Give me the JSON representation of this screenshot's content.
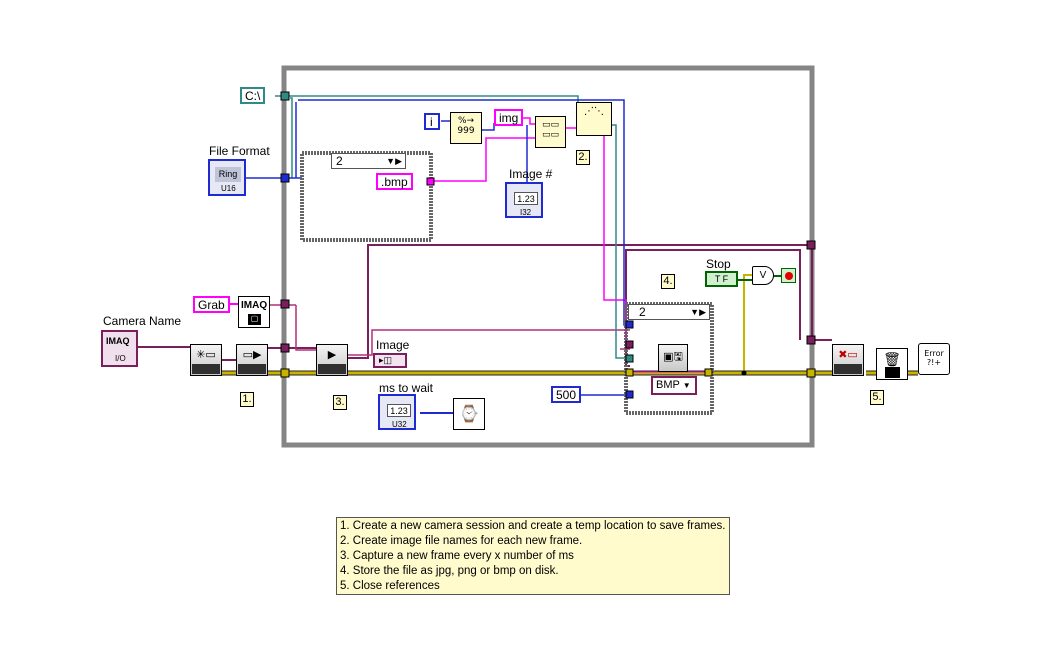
{
  "constants": {
    "path": "C:\\",
    "grab": "Grab",
    "img": "img",
    "bmp_ext": ".bmp",
    "wait_ms": "500",
    "loop_index": "i",
    "case_value_top": "2",
    "case_value_bottom": "2",
    "file_type_enum": "BMP"
  },
  "labels": {
    "file_format": "File Format",
    "camera_name": "Camera Name",
    "image_number": "Image #",
    "image": "Image",
    "ms_to_wait": "ms to wait",
    "stop": "Stop"
  },
  "terminals": {
    "ring": "Ring",
    "u16": "U16",
    "imaq": "IMAQ",
    "io": "I/O",
    "i32": "I32",
    "u32": "U32",
    "numeric_display": "1.23",
    "tf": "T F",
    "error": "Error ?!+"
  },
  "step_markers": [
    "1.",
    "2.",
    "3.",
    "4.",
    "5."
  ],
  "comment_lines": [
    "1. Create a new camera session and create a temp location to save frames.",
    "2. Create image file names for each new frame.",
    "3. Capture a new frame every x number of ms",
    "4. Store the file as jpg, png or bmp on disk.",
    "5. Close references"
  ],
  "colors": {
    "loop_border": "#858585",
    "string_wire": "#ff00ff",
    "path_wire": "#2e8b86",
    "numeric_wire": "#1f2bd0",
    "error_wire": "#c8b400",
    "refnum_wire": "#7a1e5c",
    "comment_bg": "#fffbcc"
  }
}
